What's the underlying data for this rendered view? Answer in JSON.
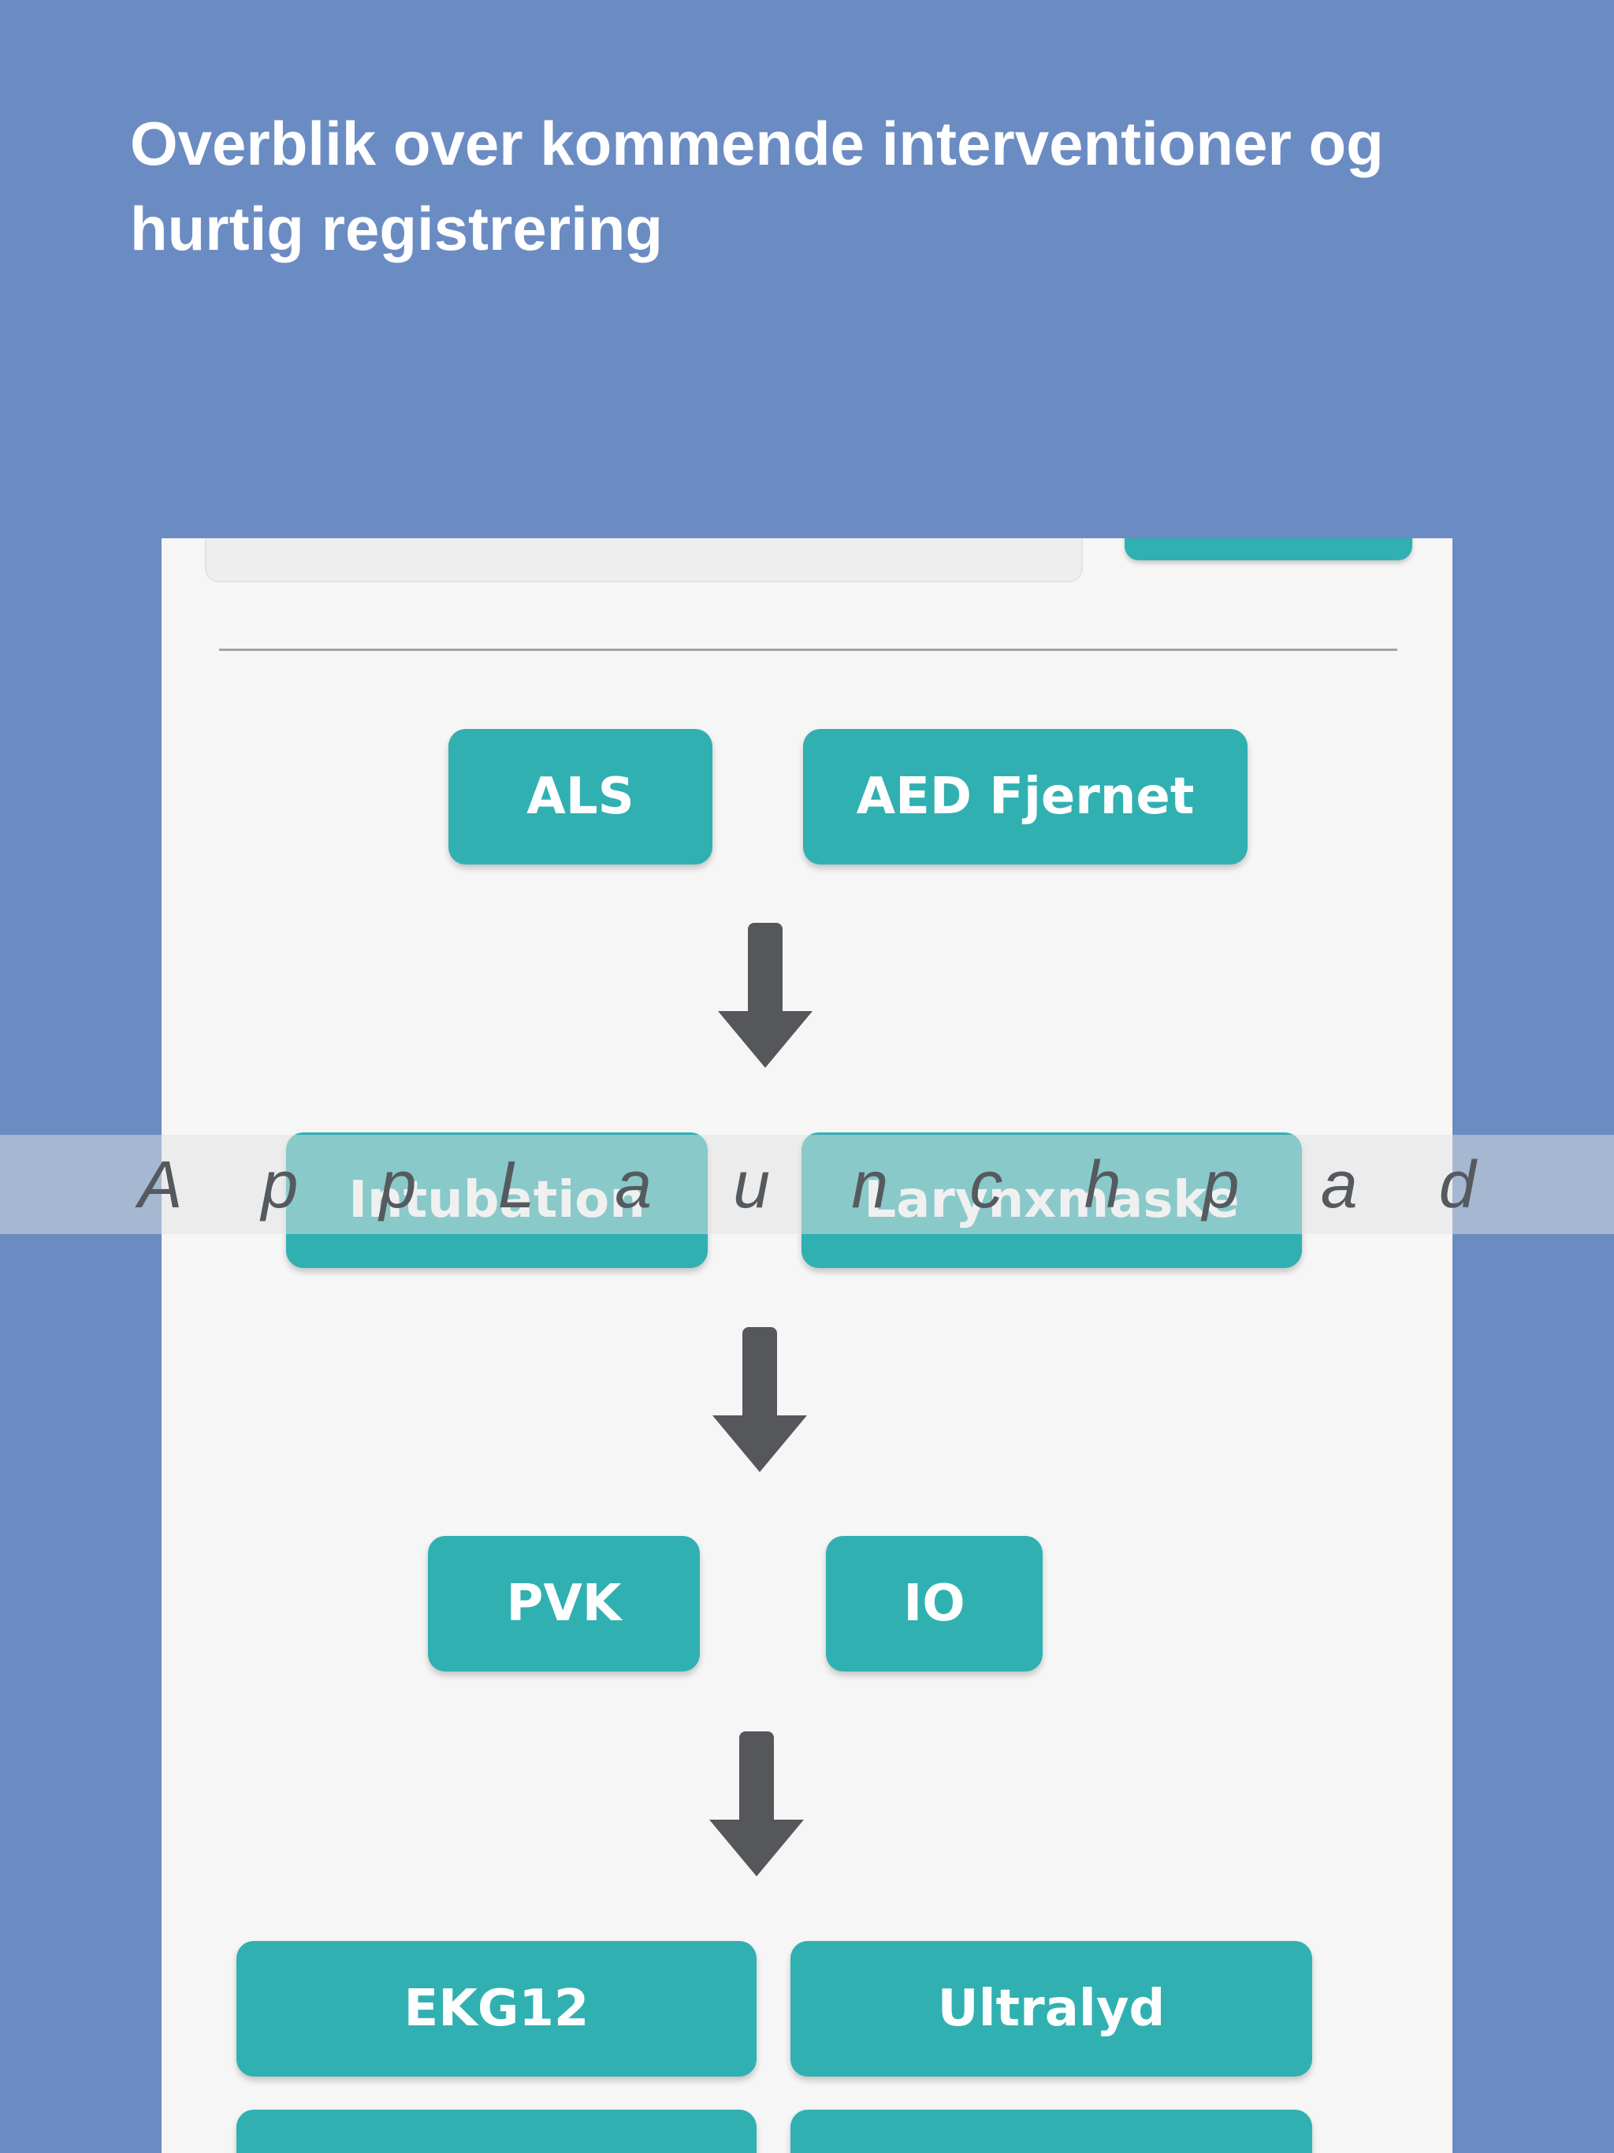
{
  "headline": "Overblik over kommende interventioner og hurtig registrering",
  "flow": {
    "row1": {
      "left": "ALS",
      "right": "AED Fjernet"
    },
    "row2": {
      "left": "Intubation",
      "right": "Larynxmaske"
    },
    "row3": {
      "left": "PVK",
      "right": "IO"
    },
    "row4": {
      "left": "EKG12",
      "right": "Ultralyd"
    }
  },
  "icons": {
    "arrow": "arrow-down-icon"
  },
  "colors": {
    "background": "#6b8cc3",
    "button": "#31b0b1",
    "button_text": "#ffffff",
    "arrow": "#55575b",
    "screen": "#f6f6f6"
  },
  "overlay": {
    "label": "A p p L a u n c h p a d"
  }
}
